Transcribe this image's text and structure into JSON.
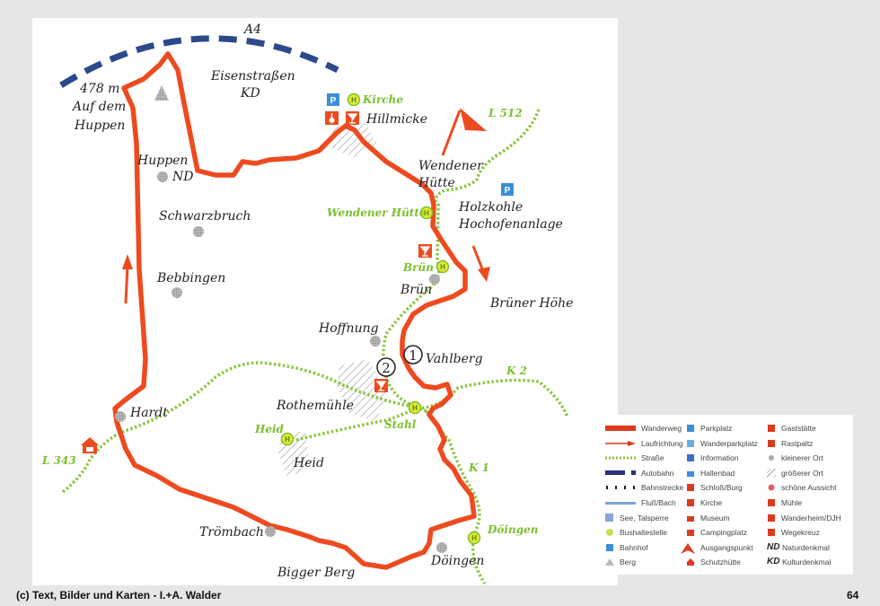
{
  "colors": {
    "route": "#ee4a1f",
    "road": "#8cc63f",
    "autobahn": "#2c4a8a",
    "place_dot": "#aaaaaa",
    "bus_stop": "#e3e834",
    "parking": "#3a8fd8",
    "label_text": "#222222",
    "green_label": "#7cbf2e"
  },
  "map": {
    "autobahn_label": "A4",
    "labels": {
      "eisenstrassen": "Eisenstraßen",
      "eisenstrassen_kd": "KD",
      "peak_elev": "478 m",
      "peak_name1": "Auf dem",
      "peak_name2": "Huppen",
      "huppen": "Huppen",
      "huppen_nd": "ND",
      "schwarzbruch": "Schwarzbruch",
      "bebbingen": "Bebbingen",
      "hillmicke": "Hillmicke",
      "wendener1": "Wendener",
      "wendener2": "Hütte",
      "holzkohle1": "Holzkohle",
      "holzkohle2": "Hochofenanlage",
      "bruen": "Brün",
      "bruener_hoehe": "Brüner Höhe",
      "hoffnung": "Hoffnung",
      "vahlberg": "Vahlberg",
      "rothemuehle": "Rothemühle",
      "heid": "Heid",
      "hardt": "Hardt",
      "troembach": "Trömbach",
      "bigger_berg": "Bigger Berg",
      "doeingen": "Döingen"
    },
    "green_labels": {
      "kirche": "Kirche",
      "l512": "L 512",
      "wendener_huette_bus": "Wendener Hütte",
      "bruen_bus": "Brün",
      "k2": "K 2",
      "stahl": "Stahl",
      "heid_bus": "Heid",
      "k1": "K 1",
      "doeingen_bus": "Döingen",
      "l343": "L 343"
    },
    "waypoints": {
      "one": "1",
      "two": "2"
    },
    "bus_letter": "H",
    "parking_letter": "P"
  },
  "legend": {
    "col1": [
      {
        "icon": "route-line",
        "label": "Wanderweg"
      },
      {
        "icon": "arrow",
        "label": "Laufrichtung"
      },
      {
        "icon": "dotted-road",
        "label": "Straße"
      },
      {
        "icon": "autobahn-dash",
        "label": "Autobahn"
      },
      {
        "icon": "rail-dots",
        "label": "Bahnstrecke"
      },
      {
        "icon": "river-line",
        "label": "Fluß/Bach"
      },
      {
        "icon": "lake-square",
        "label": "See, Talsperre"
      },
      {
        "icon": "bus-stop",
        "label": "Bushaltestelle"
      },
      {
        "icon": "train-station",
        "label": "Bahnhof"
      },
      {
        "icon": "mountain-triangle",
        "label": "Berg"
      }
    ],
    "col2": [
      {
        "icon": "parking",
        "label": "Parkplatz"
      },
      {
        "icon": "hiking-parking",
        "label": "Wanderparkplatz"
      },
      {
        "icon": "information",
        "label": "Information"
      },
      {
        "icon": "indoor-pool",
        "label": "Hallenbad"
      },
      {
        "icon": "castle",
        "label": "Schloß/Burg"
      },
      {
        "icon": "church",
        "label": "Kirche"
      },
      {
        "icon": "museum",
        "label": "Museum"
      },
      {
        "icon": "campsite",
        "label": "Campingplatz"
      },
      {
        "icon": "start-flag",
        "label": "Ausgangspunkt"
      },
      {
        "icon": "shelter-hut",
        "label": "Schutzhütte"
      }
    ],
    "col3": [
      {
        "icon": "restaurant",
        "label": "Gaststätte"
      },
      {
        "icon": "rest-area",
        "label": "Rastpaltz"
      },
      {
        "icon": "small-place",
        "label": "kleinerer Ort"
      },
      {
        "icon": "large-place",
        "label": "größerer Ort"
      },
      {
        "icon": "viewpoint",
        "label": "schöne Aussicht"
      },
      {
        "icon": "mill",
        "label": "Mühle"
      },
      {
        "icon": "hiking-hostel",
        "label": "Wanderheim/DJH"
      },
      {
        "icon": "wayside-cross",
        "label": "Wegekreuz"
      },
      {
        "icon": "nd-text",
        "abbr": "ND",
        "label": "Naturdenkmal"
      },
      {
        "icon": "kd-text",
        "abbr": "KD",
        "label": "Kulturdenkmal"
      }
    ]
  },
  "footer": {
    "copyright": "(c) Text, Bilder und Karten - I.+A. Walder",
    "page_number": "64"
  }
}
